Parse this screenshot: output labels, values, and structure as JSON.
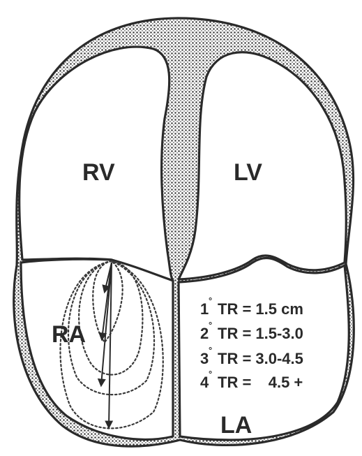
{
  "chambers": {
    "rv": "RV",
    "lv": "LV",
    "ra": "RA",
    "la": "LA"
  },
  "grades": [
    {
      "num": "1",
      "mark": "°",
      "text": "TR = 1.5 cm"
    },
    {
      "num": "2",
      "mark": "°",
      "text": "TR = 1.5-3.0"
    },
    {
      "num": "3",
      "mark": "°",
      "text": "TR = 3.0-4.5"
    },
    {
      "num": "4",
      "mark": "°",
      "text": "TR =    4.5 +"
    }
  ]
}
